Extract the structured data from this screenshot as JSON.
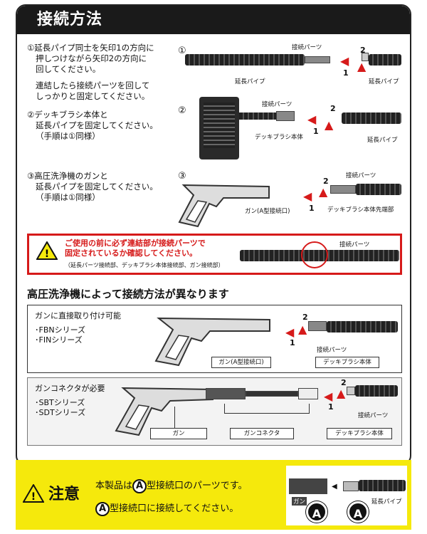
{
  "header": {
    "title": "接続方法"
  },
  "step1": {
    "text1": "①延長パイプ同士を矢印1の方向に",
    "text2": "押しつけながら矢印2の方向に",
    "text3": "回してください。",
    "text4": "連結したら接続パーツを回して",
    "text5": "しっかりと固定してください。",
    "marker": "①",
    "part_label": "接続パーツ",
    "left_label": "延長パイプ",
    "right_label": "延長パイプ",
    "arrow1": "1",
    "arrow2": "2"
  },
  "step2": {
    "text1": "②デッキブラシ本体と",
    "text2": "延長パイプを固定してください。",
    "text3": "（手順は①同様）",
    "marker": "②",
    "part_label": "接続パーツ",
    "brush_label": "デッキブラシ本体",
    "right_label": "延長パイプ",
    "arrow1": "1",
    "arrow2": "2"
  },
  "step3": {
    "text1": "③高圧洗浄機のガンと",
    "text2": "延長パイプを固定してください。",
    "text3": "（手順は①同様）",
    "marker": "③",
    "part_label": "接続パーツ",
    "gun_label": "ガン(A型接続口)",
    "right_label": "デッキブラシ本体先端部",
    "arrow1": "1",
    "arrow2": "2"
  },
  "warning": {
    "line1": "ご使用の前に必ず連結部が接続パーツで",
    "line2": "固定されているか確認してください。",
    "line3": "（延長パーツ接続部、デッキブラシ本体接続部、ガン接続部）",
    "part_label": "接続パーツ"
  },
  "section": {
    "title": "高圧洗浄機によって接続方法が異なります"
  },
  "box1": {
    "title": "ガンに直接取り付け可能",
    "series1": "･FBNシリーズ",
    "series2": "･FINシリーズ",
    "gun_label": "ガン(A型接続口)",
    "part_label": "接続パーツ",
    "brush_label": "デッキブラシ本体",
    "arrow1": "1",
    "arrow2": "2"
  },
  "box2": {
    "title": "ガンコネクタが必要",
    "series1": "･SBTシリーズ",
    "series2": "･SDTシリーズ",
    "gun_label": "ガン",
    "connector_label": "ガンコネクタ",
    "brush_label": "デッキブラシ本体",
    "part_label": "接続パーツ",
    "arrow1": "1",
    "arrow2": "2"
  },
  "notice": {
    "title": "注意",
    "line1a": "本製品は",
    "line1b": "型接続口のパーツです。",
    "line2": "型接続口に接続してください。",
    "a_mark": "A",
    "gun_label": "ガン",
    "pipe_label": "延長パイプ"
  }
}
